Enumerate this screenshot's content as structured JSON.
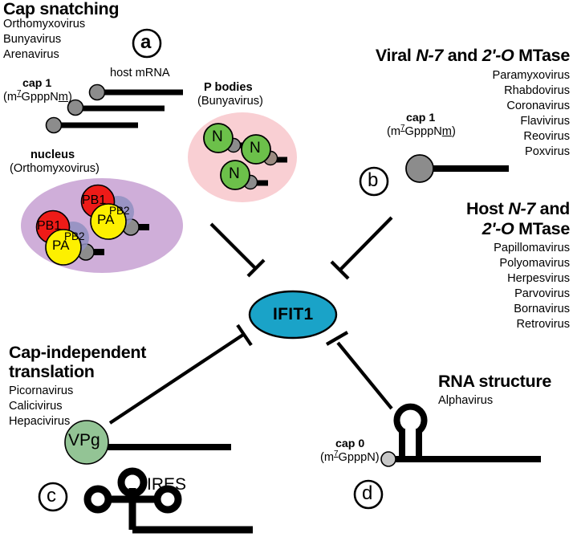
{
  "figure": {
    "title": "IFIT1 evasion mechanisms diagram",
    "background": "#ffffff"
  },
  "panels": {
    "a": {
      "label": "a",
      "heading": "Cap snatching",
      "viruses": [
        "Orthomyxovirus",
        "Bunyavirus",
        "Arenavirus"
      ],
      "cap_label": "cap 1",
      "cap_formula_pre": "(m",
      "cap_formula_sup": "7",
      "cap_formula_mid": "Gppp",
      "cap_formula_post": "N",
      "cap_formula_end": "m)",
      "host_mrna_label": "host mRNA",
      "nucleus_label": "nucleus",
      "nucleus_sub": "(Orthomyxovirus)",
      "pbodies_label": "P bodies",
      "pbodies_sub": "(Bunyavirus)",
      "protein_pb1": "PB1",
      "protein_pb2": "PB2",
      "protein_pa": "PA",
      "protein_n": "N"
    },
    "b": {
      "label": "b",
      "heading_viral": "Viral N-7 and 2'-O MTase",
      "heading_viral_plain": "Viral",
      "heading_viral_italic1": "N-7",
      "heading_viral_and": "and",
      "heading_viral_italic2": "2'-O",
      "heading_viral_mtase": "MTase",
      "viral_viruses": [
        "Paramyxovirus",
        "Rhabdovirus",
        "Coronavirus",
        "Flavivirus",
        "Reovirus",
        "Poxvirus"
      ],
      "cap_label": "cap 1",
      "cap_formula_pre": "(m",
      "cap_formula_sup": "7",
      "cap_formula_mid": "Gppp",
      "cap_formula_post": "N",
      "cap_formula_end": "m)",
      "heading_host_line1_plain": "Host",
      "heading_host_line1_italic": "N-7",
      "heading_host_line1_and": "and",
      "heading_host_line2_italic": "2'-O",
      "heading_host_line2_mtase": "MTase",
      "host_viruses": [
        "Papillomavirus",
        "Polyomavirus",
        "Herpesvirus",
        "Parvovirus",
        "Bornavirus",
        "Retrovirus"
      ]
    },
    "c": {
      "label": "c",
      "heading_line1": "Cap-independent",
      "heading_line2": "translation",
      "viruses": [
        "Picornavirus",
        "Calicivirus",
        "Hepacivirus"
      ],
      "vpg_label": "VPg",
      "ires_label": "IRES"
    },
    "d": {
      "label": "d",
      "heading": "RNA structure",
      "viruses": [
        "Alphavirus"
      ],
      "cap_label": "cap 0",
      "cap_formula_pre": "(m",
      "cap_formula_sup": "7",
      "cap_formula_mid": "Gppp",
      "cap_formula_post": "N",
      "cap_formula_end": ")"
    }
  },
  "center": {
    "node_label": "IFIT1",
    "node_fill": "#1aa3c8",
    "node_stroke": "#000000",
    "inhibition_count": 4
  },
  "colors": {
    "nucleus_fill": "#cfaed9",
    "pbodies_fill": "#f9cfd3",
    "pb1_fill": "#ee1b18",
    "pb2_fill": "#8f8fc0",
    "pa_fill": "#fdf000",
    "n_fill": "#6cc04a",
    "vpg_fill": "#93c495",
    "cap_gray": "#8c8c8c",
    "cap_gray_light": "#c8c8c8",
    "cap_brown": "#9c8a80",
    "rna_black": "#000000",
    "ifit1": "#1aa3c8"
  }
}
